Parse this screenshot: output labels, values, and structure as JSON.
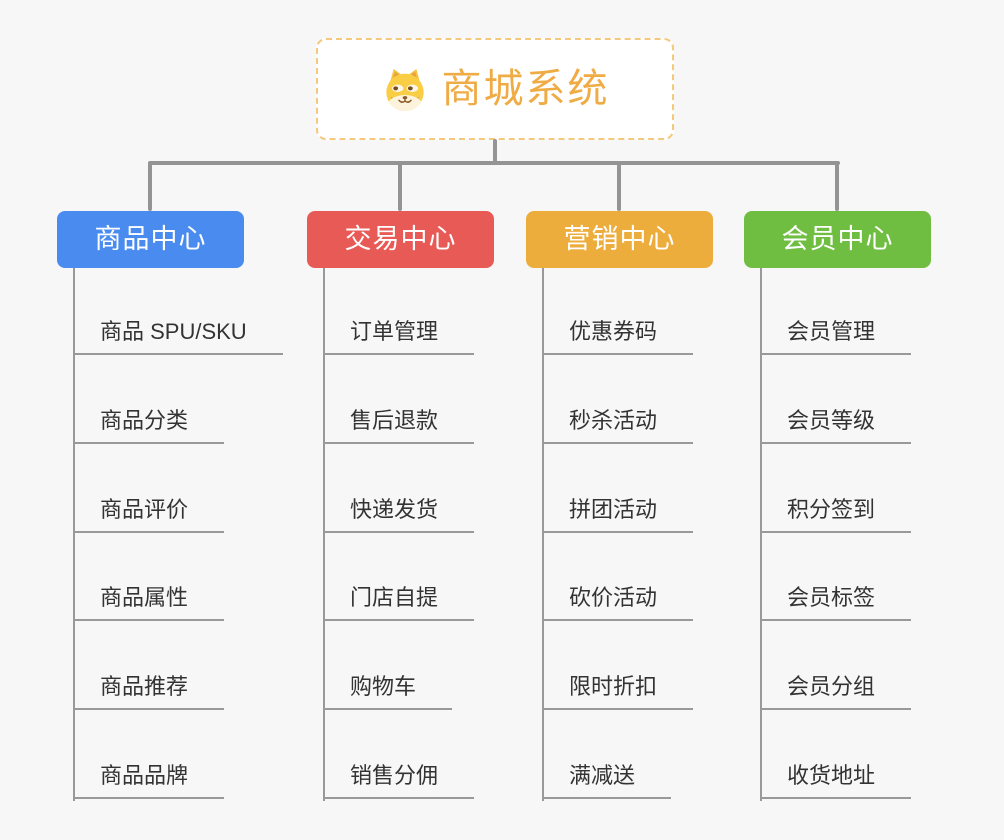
{
  "root": {
    "title": "商城系统",
    "icon": "doge-dog-icon"
  },
  "branches": [
    {
      "label": "商品中心",
      "color": "#4a8bf0",
      "items": [
        "商品 SPU/SKU",
        "商品分类",
        "商品评价",
        "商品属性",
        "商品推荐",
        "商品品牌"
      ]
    },
    {
      "label": "交易中心",
      "color": "#e85a55",
      "items": [
        "订单管理",
        "售后退款",
        "快递发货",
        "门店自提",
        "购物车",
        "销售分佣"
      ]
    },
    {
      "label": "营销中心",
      "color": "#edad3c",
      "items": [
        "优惠券码",
        "秒杀活动",
        "拼团活动",
        "砍价活动",
        "限时折扣",
        "满减送"
      ]
    },
    {
      "label": "会员中心",
      "color": "#6fbe41",
      "items": [
        "会员管理",
        "会员等级",
        "积分签到",
        "会员标签",
        "会员分组",
        "收货地址"
      ]
    }
  ],
  "colors": {
    "background": "#f7f7f7",
    "connector": "#949494",
    "item_line": "#999999",
    "item_text": "#333333",
    "root_border": "#f4c97e",
    "root_text": "#efab44",
    "branch_text": "#ffffff"
  }
}
